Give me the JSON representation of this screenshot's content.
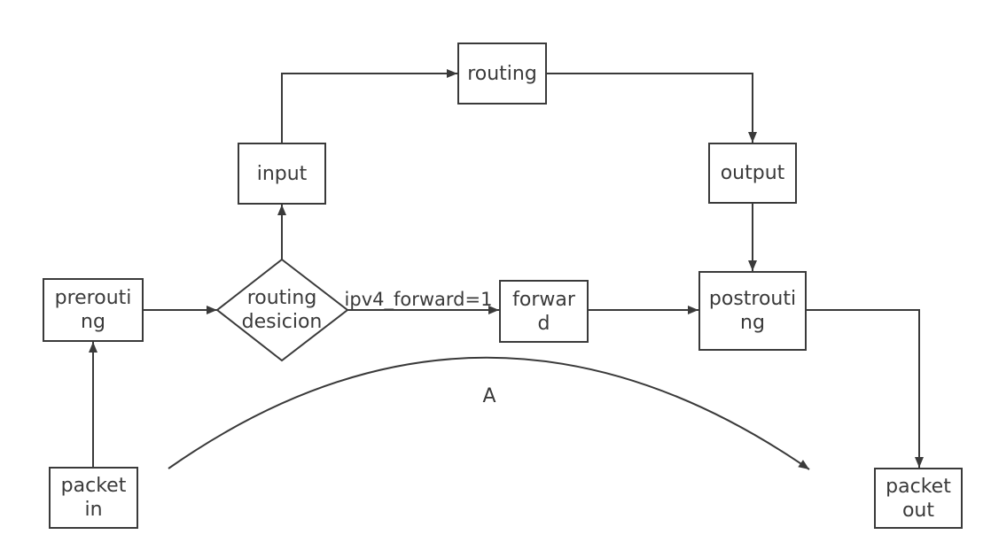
{
  "colors": {
    "background": "#ffffff",
    "line": "#3a3a3a",
    "text": "#3a3a3a"
  },
  "nodes": {
    "packet_in": {
      "label": "packet\nin"
    },
    "prerouting": {
      "label": "prerouti\nng"
    },
    "routing_decision": {
      "label": "routing\ndesicion"
    },
    "input": {
      "label": "input"
    },
    "routing": {
      "label": "routing"
    },
    "output": {
      "label": "output"
    },
    "forward": {
      "label": "forwar\nd"
    },
    "postrouting": {
      "label": "postrouti\nng"
    },
    "packet_out": {
      "label": "packet\nout"
    }
  },
  "edge_labels": {
    "forward_condition": "ipv4_forward=1",
    "bypass_arc": "A"
  },
  "edges": [
    {
      "from": "packet_in",
      "to": "prerouting"
    },
    {
      "from": "prerouting",
      "to": "routing_decision"
    },
    {
      "from": "routing_decision",
      "to": "input"
    },
    {
      "from": "input",
      "to": "routing"
    },
    {
      "from": "routing",
      "to": "output"
    },
    {
      "from": "output",
      "to": "postrouting"
    },
    {
      "from": "routing_decision",
      "to": "forward",
      "label": "ipv4_forward=1"
    },
    {
      "from": "forward",
      "to": "postrouting"
    },
    {
      "from": "postrouting",
      "to": "packet_out"
    },
    {
      "from": "packet_in",
      "to": "packet_out",
      "label": "A",
      "style": "arc"
    }
  ]
}
